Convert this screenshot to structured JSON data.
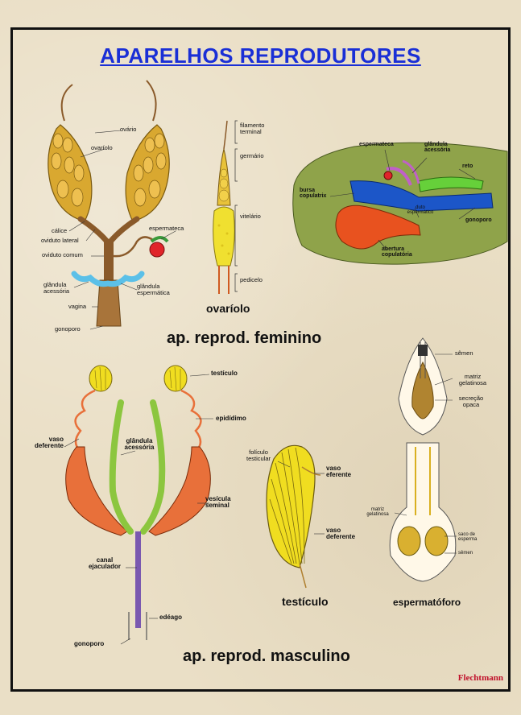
{
  "title": "APARELHOS REPRODUTORES",
  "credit": "Flechtmann",
  "female": {
    "section_label": "ap. reprod. feminino",
    "ovariole_caption": "ovaríolo",
    "labels": {
      "ovario": "ovário",
      "ovariolo": "ovaríolo",
      "calice": "cálice",
      "oviduto_lateral": "oviduto lateral",
      "oviduto_comum": "oviduto comum",
      "espermateca": "espermateca",
      "glandula_acessoria": "glândula acessória",
      "glandula_espermatica": "glândula espermática",
      "vagina": "vagina",
      "gonoporo": "gonoporo",
      "filamento_terminal": "filamento terminal",
      "germario": "germário",
      "vitelario": "vitelário",
      "pedicelo": "pedicelo"
    },
    "detail_labels": {
      "espermateca": "espermateca",
      "glandula_acessoria": "glândula acessória",
      "reto": "reto",
      "bursa_copulatrix": "bursa copulatrix",
      "duto_espermatico": "duto espermático",
      "gonoporo": "gonoporo",
      "abertura_copulatoria": "abertura copulatória"
    }
  },
  "male": {
    "section_label": "ap. reprod. masculino",
    "testicle_caption": "testículo",
    "spermatophore_caption": "espermatóforo",
    "labels": {
      "testiculo": "testículo",
      "epididimo": "epidídimo",
      "vaso_deferente": "vaso deferente",
      "glandula_acessoria": "glândula acessória",
      "vesicula_seminal": "vesícula seminal",
      "canal_ejaculador": "canal ejaculador",
      "edeago": "edéago",
      "gonoporo": "gonoporo",
      "foliculo_testicular": "folículo testicular",
      "vaso_eferente": "vaso eferente",
      "vaso_deferente_2": "vaso deferente",
      "semen": "sêmen",
      "matriz_gelatinosa": "matriz gelatinosa",
      "secrecao_opaca": "secreção opaca",
      "matriz_gelatinosa_small": "matriz gelatinosa",
      "saco_de_esperma": "saco de esperma",
      "semen_2": "sêmen"
    }
  },
  "colors": {
    "title": "#1a2fd6",
    "ovary": "#d9a830",
    "oviduct": "#8a5a2a",
    "accessory_gland_female": "#5bc0e8",
    "spermatheca": "#e0252a",
    "vas_deferens": "#e8703a",
    "male_accessory_gland": "#8cc63f",
    "ejaculatory_duct": "#7a58b0",
    "testicle": "#f0dd20",
    "detail_background": "#8fa34a",
    "bursa": "#e8521f",
    "rectum": "#1c56c8",
    "credit": "#c0102a"
  }
}
